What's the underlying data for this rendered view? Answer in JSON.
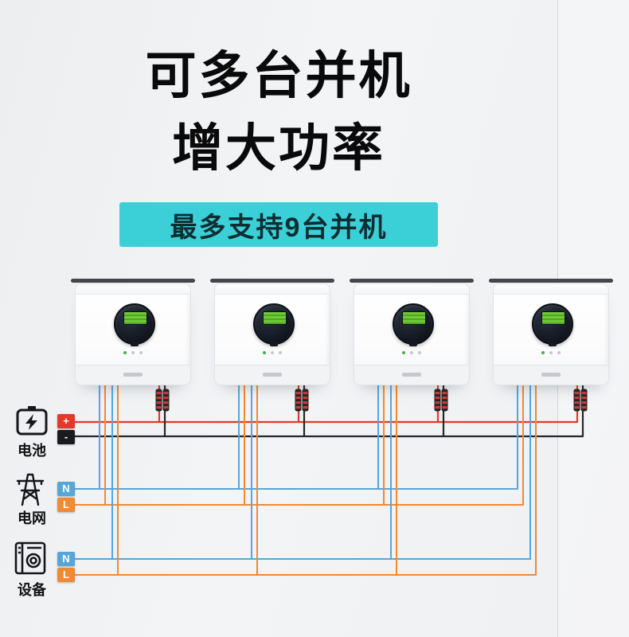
{
  "header": {
    "title_line1": "可多台并机",
    "title_line2": "增大功率",
    "banner": "最多支持9台并机"
  },
  "sources": [
    {
      "id": "battery",
      "label": "电池",
      "terminals": [
        {
          "text": "+",
          "color": "#e3392b"
        },
        {
          "text": "-",
          "color": "#191b1e"
        }
      ]
    },
    {
      "id": "grid",
      "label": "电网",
      "terminals": [
        {
          "text": "N",
          "color": "#58a6d8"
        },
        {
          "text": "L",
          "color": "#f08a33"
        }
      ]
    },
    {
      "id": "load-device",
      "label": "设备",
      "terminals": [
        {
          "text": "N",
          "color": "#58a6d8"
        },
        {
          "text": "L",
          "color": "#f08a33"
        }
      ]
    }
  ],
  "inverters": {
    "count": 4
  },
  "colors": {
    "banner_bg": "#3bd0d8",
    "title_text": "#0a0a0b",
    "battery_positive_wire": "#e3392b",
    "battery_negative_wire": "#25272b",
    "neutral_wire": "#58a6d8",
    "live_wire": "#f08a33"
  }
}
